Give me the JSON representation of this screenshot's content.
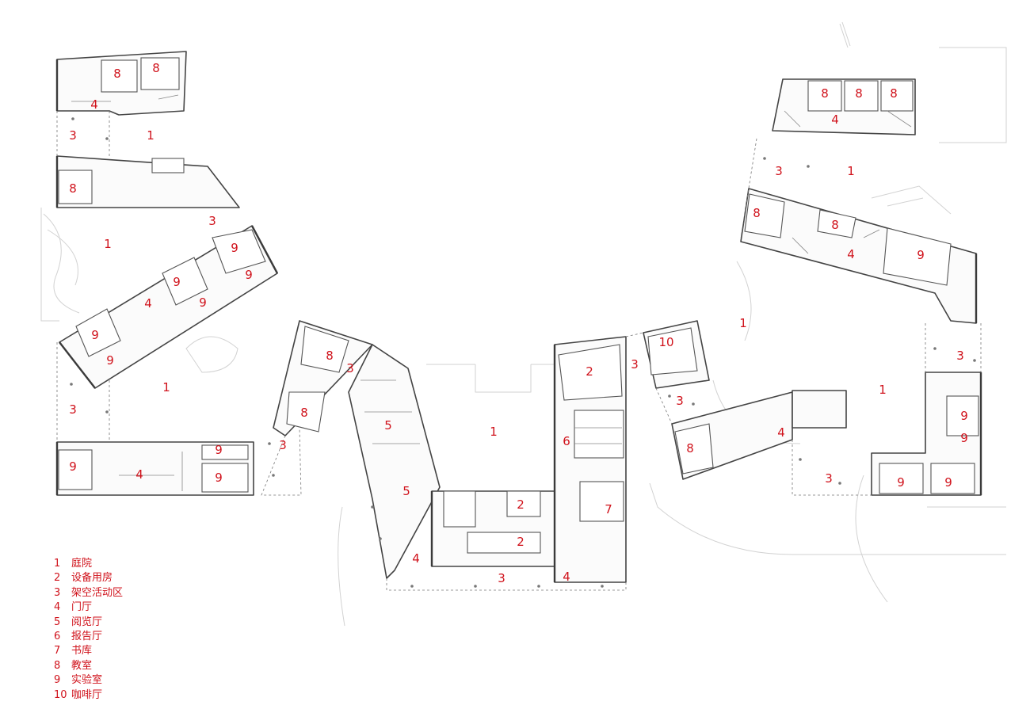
{
  "legend": [
    {
      "num": "1",
      "text": "庭院"
    },
    {
      "num": "2",
      "text": "设备用房"
    },
    {
      "num": "3",
      "text": "架空活动区"
    },
    {
      "num": "4",
      "text": "门厅"
    },
    {
      "num": "5",
      "text": "阅览厅"
    },
    {
      "num": "6",
      "text": "报告厅"
    },
    {
      "num": "7",
      "text": "书库"
    },
    {
      "num": "8",
      "text": "教室"
    },
    {
      "num": "9",
      "text": "实验室"
    },
    {
      "num": "10",
      "text": "咖啡厅"
    }
  ],
  "plan_labels": [
    "8",
    "8",
    "4",
    "3",
    "1",
    "8",
    "3",
    "1",
    "9",
    "9",
    "9",
    "9",
    "4",
    "9",
    "9",
    "1",
    "3",
    "9",
    "4",
    "9",
    "9",
    "8",
    "3",
    "8",
    "5",
    "3",
    "5",
    "4",
    "1",
    "2",
    "2",
    "3",
    "6",
    "2",
    "7",
    "4",
    "10",
    "3",
    "3",
    "8",
    "4",
    "8",
    "8",
    "8",
    "4",
    "3",
    "1",
    "8",
    "8",
    "4",
    "9",
    "1",
    "1",
    "3",
    "9",
    "9",
    "3",
    "9",
    "9"
  ],
  "colors": {
    "label": "#d0121b",
    "line": "#3a3a3a",
    "background": "#ffffff"
  }
}
